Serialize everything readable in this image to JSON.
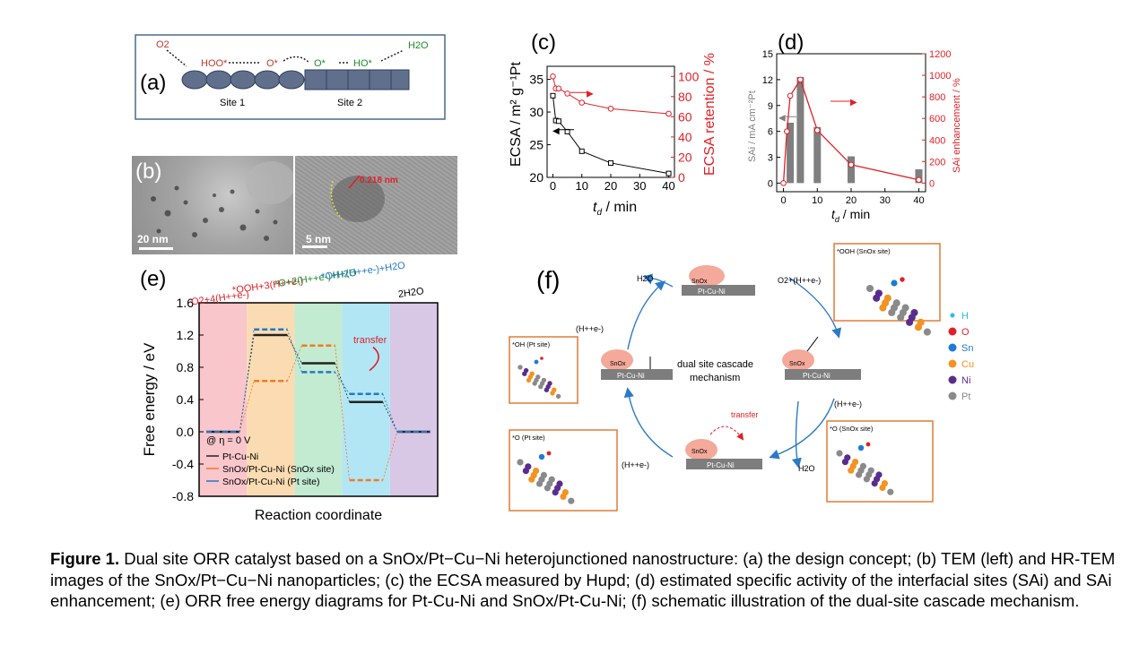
{
  "panel_a": {
    "letter": "(a)",
    "species": [
      "O2",
      "HOO*",
      "O*",
      "O*",
      "HO*",
      "H2O"
    ],
    "site1": "Site 1",
    "site2": "Site 2"
  },
  "panel_b": {
    "letter": "(b)",
    "scale_left": "20 nm",
    "scale_right": "5 nm",
    "lattice": "0.218 nm"
  },
  "chart_data": [
    {
      "panel": "(c)",
      "type": "line",
      "x": [
        0,
        1,
        2,
        5,
        10,
        20,
        40
      ],
      "xlabel": "t_d / min",
      "series": [
        {
          "name": "ECSA",
          "axis": "left",
          "color": "#000000",
          "x": [
            0,
            1,
            2,
            5,
            10,
            20,
            40
          ],
          "values": [
            32.5,
            28.7,
            28.6,
            27.0,
            24.0,
            22.2,
            20.6
          ]
        },
        {
          "name": "ECSA retention",
          "axis": "right",
          "color": "#e21f26",
          "x": [
            0,
            1,
            2,
            5,
            10,
            20,
            40
          ],
          "values": [
            100,
            88,
            88,
            83,
            74,
            68,
            63
          ]
        }
      ],
      "ylabel_left": "ECSA / m² g⁻¹Pt",
      "ylabel_right": "ECSA retention / %",
      "xlim": [
        -2,
        42
      ],
      "ylim_left": [
        20,
        37
      ],
      "ylim_right": [
        0,
        110
      ],
      "xticks": [
        0,
        10,
        20,
        30,
        40
      ],
      "yticks_left": [
        20,
        25,
        30,
        35
      ],
      "yticks_right": [
        0,
        20,
        40,
        60,
        80,
        100
      ]
    },
    {
      "panel": "(d)",
      "type": "bar",
      "x": [
        0,
        2,
        5,
        10,
        20,
        40
      ],
      "xlabel": "t_d / min",
      "series": [
        {
          "name": "SAi",
          "axis": "left",
          "type": "bar",
          "color": "#7f7f7f",
          "x": [
            2,
            5,
            10,
            20,
            40
          ],
          "values": [
            7.0,
            12.3,
            6.5,
            3.1,
            1.6
          ]
        },
        {
          "name": "SAi enhancement",
          "axis": "right",
          "type": "line",
          "color": "#e21f26",
          "x": [
            0,
            1,
            2,
            5,
            10,
            20,
            40
          ],
          "values": [
            0,
            480,
            810,
            960,
            490,
            170,
            30
          ]
        }
      ],
      "ylabel_left": "SAi / mA cm⁻²Pt",
      "ylabel_right": "SAi enhancement / %",
      "xlim": [
        -2,
        42
      ],
      "ylim_left": [
        -1,
        15
      ],
      "ylim_right": [
        -80,
        1200
      ],
      "xticks": [
        0,
        10,
        20,
        30,
        40
      ],
      "yticks_left": [
        0,
        3,
        6,
        9,
        12,
        15
      ],
      "yticks_right": [
        0,
        200,
        400,
        600,
        800,
        1000,
        1200
      ]
    },
    {
      "panel": "(e)",
      "type": "line",
      "xlabel": "Reaction coordinate",
      "ylabel": "Free energy / eV",
      "ylim": [
        -0.8,
        1.6
      ],
      "yticks": [
        -0.8,
        -0.4,
        0.0,
        0.4,
        0.8,
        1.2,
        1.6
      ],
      "states": [
        "O2+4(H++e-)",
        "*OOH+3(H++e-)",
        "*O+2(H++e-)+H2O",
        "*OH+(H++e-)+H2O",
        "2H2O"
      ],
      "state_colors": [
        "#e21f26",
        "#e21f26",
        "#1b8c2c",
        "#2277c8",
        "#000000"
      ],
      "band_colors": [
        "#f9c6cc",
        "#fbdcb2",
        "#c2ebd2",
        "#b2e6f5",
        "#d8c8e6"
      ],
      "series": [
        {
          "name": "Pt-Cu-Ni",
          "color": "#222222",
          "values": [
            0.0,
            1.2,
            0.85,
            0.37,
            0.0
          ]
        },
        {
          "name": "SnOx/Pt-Cu-Ni (SnOx site)",
          "color": "#f47920",
          "values": [
            0.0,
            0.63,
            1.07,
            -0.6,
            0.0
          ]
        },
        {
          "name": "SnOx/Pt-Cu-Ni (Pt site)",
          "color": "#2277c8",
          "values": [
            0.0,
            1.27,
            0.74,
            0.47,
            0.0
          ]
        }
      ],
      "annotations": [
        "transfer",
        "@ η = 0 V"
      ]
    }
  ],
  "panel_c": {
    "letter": "(c)"
  },
  "panel_d": {
    "letter": "(d)"
  },
  "panel_e": {
    "letter": "(e)",
    "eta": "@ η = 0 V",
    "transfer": "transfer"
  },
  "panel_f": {
    "letter": "(f)",
    "center": [
      "dual site cascade",
      "mechanism"
    ],
    "snox": "SnOx",
    "ptcuni": "Pt-Cu-Ni",
    "h2o_top": "H2O",
    "o2_top": "O2+(H++e-)",
    "hpe_left": "(H++e-)",
    "hpe_right": "(H++e-)",
    "hpe_bottom": "(H++e-)",
    "h2o_bottom": "H2O",
    "transfer": "transfer",
    "box_ooh": "*OOH (SnOx site)",
    "box_oh": "*OH (Pt site)",
    "box_o_pt": "*O (Pt site)",
    "box_o_sn": "*O (SnOx site)",
    "legend": [
      {
        "label": "H",
        "color": "#27c0d9"
      },
      {
        "label": "O",
        "color": "#e21f26"
      },
      {
        "label": "Sn",
        "color": "#1e7ad6"
      },
      {
        "label": "Cu",
        "color": "#f29322"
      },
      {
        "label": "Ni",
        "color": "#5a2d8c"
      },
      {
        "label": "Pt",
        "color": "#8a8a8a"
      }
    ]
  },
  "caption": {
    "bold": "Figure 1.",
    "text": " Dual site ORR catalyst based on a SnOx/Pt−Cu−Ni heterojunctioned nanostructure: (a) the design concept; (b) TEM (left) and HR-TEM images of the SnOx/Pt−Cu−Ni nanoparticles; (c) the ECSA measured by Hupd; (d) estimated specific activity of the interfacial sites (SAi) and SAi enhancement; (e) ORR free energy diagrams for Pt-Cu-Ni and SnOx/Pt-Cu-Ni; (f) schematic illustration of the dual-site cascade mechanism."
  }
}
